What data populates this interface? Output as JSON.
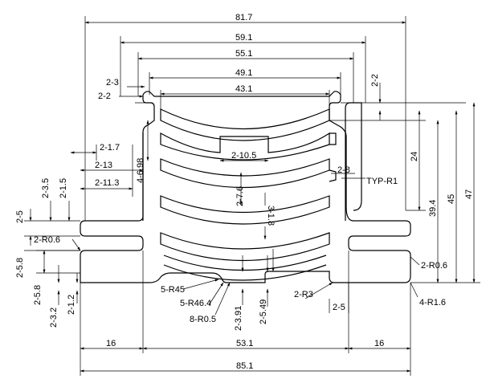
{
  "labels": {
    "w_81_7": "81.7",
    "w_59_1": "59.1",
    "w_55_1": "55.1",
    "w_49_1": "49.1",
    "w_43_1": "43.1",
    "d_2_3": "2-3",
    "d_2_2_left": "2-2",
    "d_2_2_right": "2-2",
    "d_2_1_7": "2-1.7",
    "d_2_13": "2-13",
    "d_2_11_3": "2-11.3",
    "d_2_3_5": "2-3.5",
    "d_2_1_5": "2-1.5",
    "d_4_6_98": "4-6.98",
    "d_2_10_5": "2-10.5",
    "d_2_8": "2-8",
    "typ_r1": "TYP-R1",
    "d_2_7_6": "2-7.6",
    "d_3_1_8": "3-1.8",
    "d_24": "24",
    "d_39_4": "39.4",
    "d_45": "45",
    "d_47": "47",
    "d_2_5_top": "2-5",
    "d_2_r0_6_left": "2-R0.6",
    "d_2_5_8_a": "2-5.8",
    "d_2_5_8_b": "2-5.8",
    "d_2_3_2": "2-3.2",
    "d_2_1_2": "2-1.2",
    "d_5_r45": "5-R45",
    "d_5_r46_4": "5-R46.4",
    "d_8_r0_5": "8-R0.5",
    "d_2_3_91": "2-3.91",
    "d_2_5_49": "2-5.49",
    "d_2_r3": "2-R3",
    "d_2_5_bottom": "2-5",
    "d_2_r0_6_right": "2-R0.6",
    "d_4_r1_6": "4-R1.6",
    "d_16_left": "16",
    "d_53_1": "53.1",
    "d_16_right": "16",
    "d_85_1": "85.1"
  }
}
